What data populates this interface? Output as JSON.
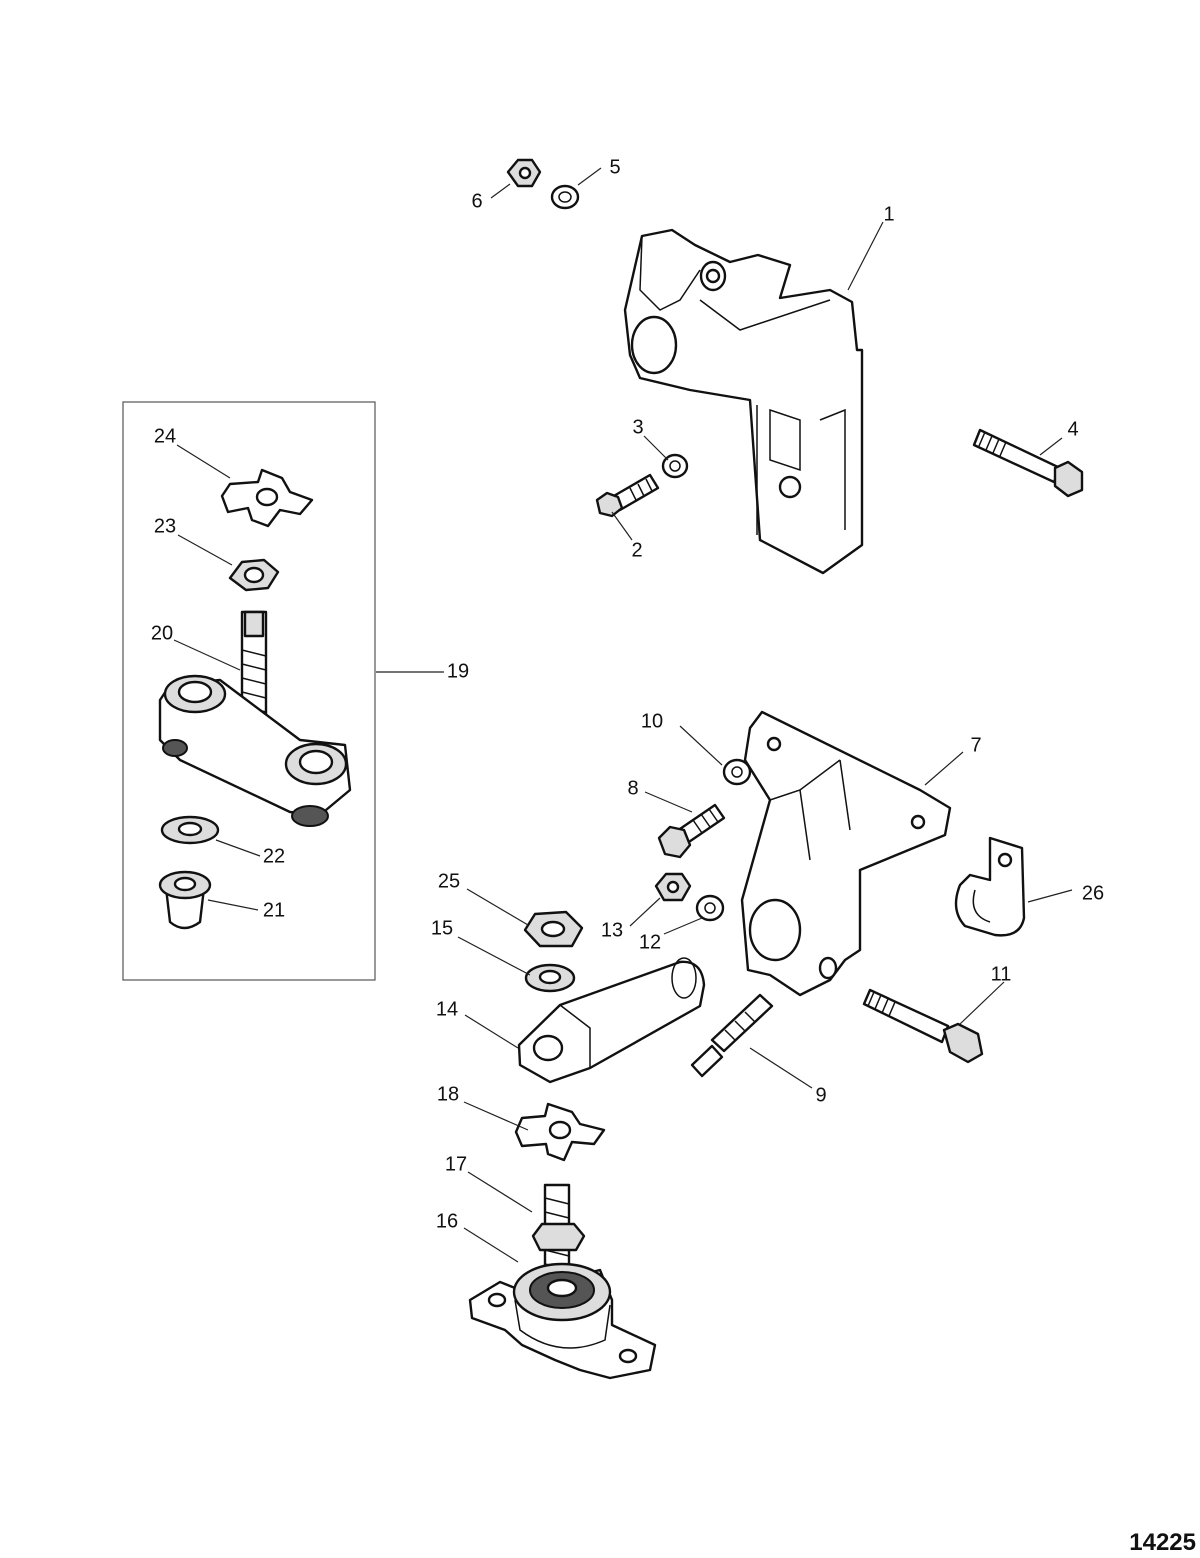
{
  "figure_number": "14225",
  "callouts": [
    "1",
    "2",
    "3",
    "4",
    "5",
    "6",
    "7",
    "8",
    "9",
    "10",
    "11",
    "12",
    "13",
    "14",
    "15",
    "16",
    "17",
    "18",
    "19",
    "20",
    "21",
    "22",
    "23",
    "24",
    "25",
    "26"
  ]
}
